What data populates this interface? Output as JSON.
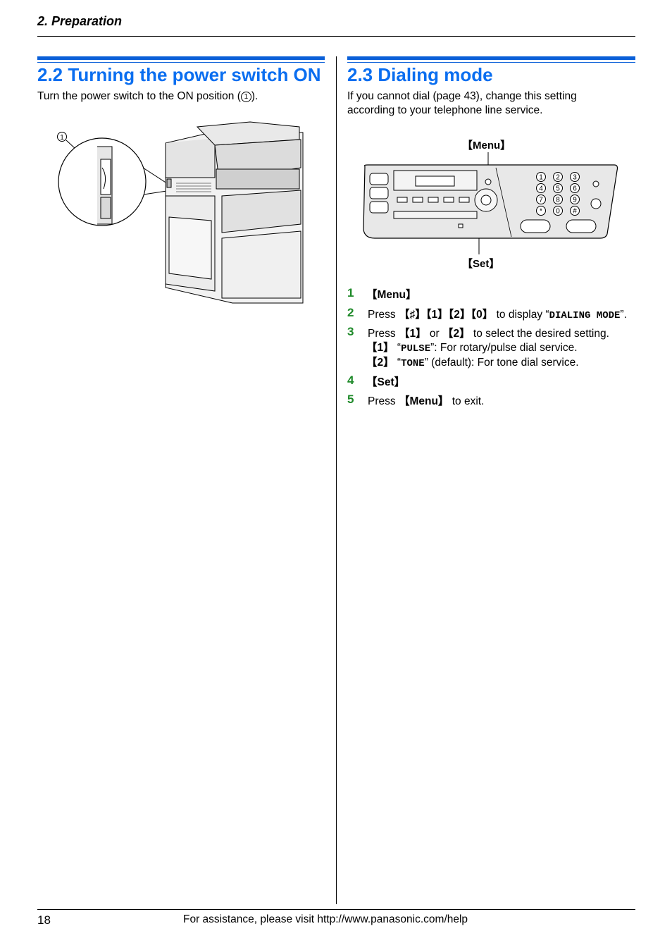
{
  "header": {
    "section": "2. Preparation"
  },
  "left": {
    "title": "2.2 Turning the power switch ON",
    "intro_before": "Turn the power switch to the ON position (",
    "intro_marker": "1",
    "intro_after": ").",
    "callout_marker": "1"
  },
  "right": {
    "title": "2.3 Dialing mode",
    "intro_line1": "If you cannot dial (page 43), change this setting",
    "intro_line2": "according to your telephone line service.",
    "callout_menu": "【Menu】",
    "callout_set": "【Set】",
    "panel_keys": [
      "1",
      "2",
      "3",
      "4",
      "5",
      "6",
      "7",
      "8",
      "9",
      "*",
      "0",
      "#"
    ],
    "steps": [
      {
        "num": "1",
        "label": "【Menu】"
      },
      {
        "num": "2",
        "t1": "Press ",
        "keys": "【♯】【1】【2】【0】",
        "t2": " to display “",
        "lcd": "DIALING MODE",
        "t3": "”."
      },
      {
        "num": "3",
        "t1": "Press ",
        "k1": "【1】",
        "t2": " or ",
        "k2": "【2】",
        "t3": " to select the desired setting.",
        "opt1_key": "【1】",
        "opt1_q1": " “",
        "opt1_lcd": "PULSE",
        "opt1_text": "”: For rotary/pulse dial service.",
        "opt2_key": "【2】",
        "opt2_q1": " “",
        "opt2_lcd": "TONE",
        "opt2_text": "” (default): For tone dial service."
      },
      {
        "num": "4",
        "label": "【Set】"
      },
      {
        "num": "5",
        "t1": "Press ",
        "key": "【Menu】",
        "t2": " to exit."
      }
    ]
  },
  "footer": {
    "page_number": "18",
    "help_text": "For assistance, please visit http://www.panasonic.com/help"
  }
}
